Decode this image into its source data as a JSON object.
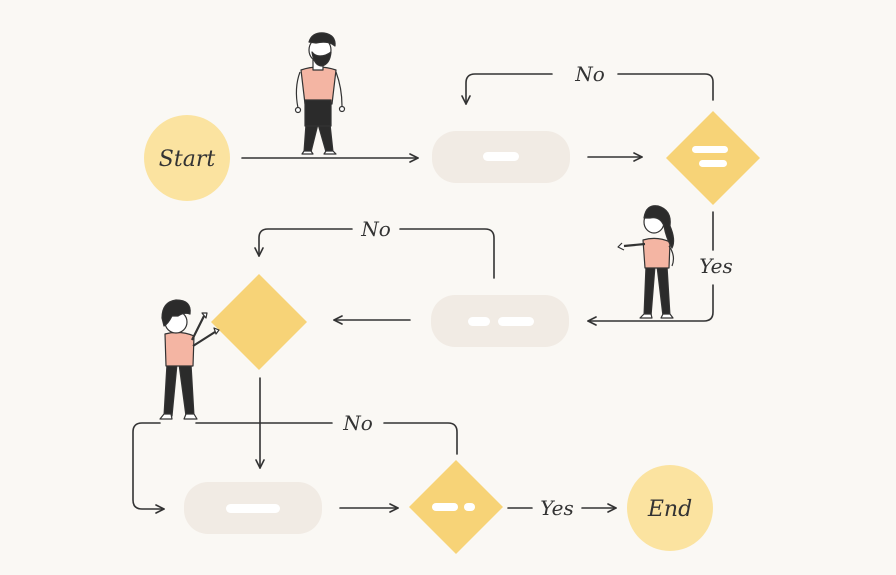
{
  "colors": {
    "background": "#faf8f4",
    "terminal": "#fbe3a0",
    "decision": "#f7d377",
    "process": "#f1ebe4",
    "line": "#333333",
    "shirt": "#f4b5a3",
    "pants": "#2b2b2b",
    "hair": "#2b2b2b",
    "skin": "#ffffff"
  },
  "nodes": {
    "start": {
      "label": "Start",
      "shape": "circle"
    },
    "end": {
      "label": "End",
      "shape": "circle"
    },
    "process_1": {
      "shape": "rounded-rect"
    },
    "process_2": {
      "shape": "rounded-rect"
    },
    "process_3": {
      "shape": "rounded-rect"
    },
    "decision_1": {
      "shape": "diamond"
    },
    "decision_2": {
      "shape": "diamond"
    },
    "decision_3": {
      "shape": "diamond"
    }
  },
  "edges": {
    "no_1": "No",
    "yes_1": "Yes",
    "no_2": "No",
    "no_3": "No",
    "yes_2": "Yes"
  },
  "figures": [
    "man-bearded",
    "woman-pointing",
    "boy-pushing"
  ]
}
